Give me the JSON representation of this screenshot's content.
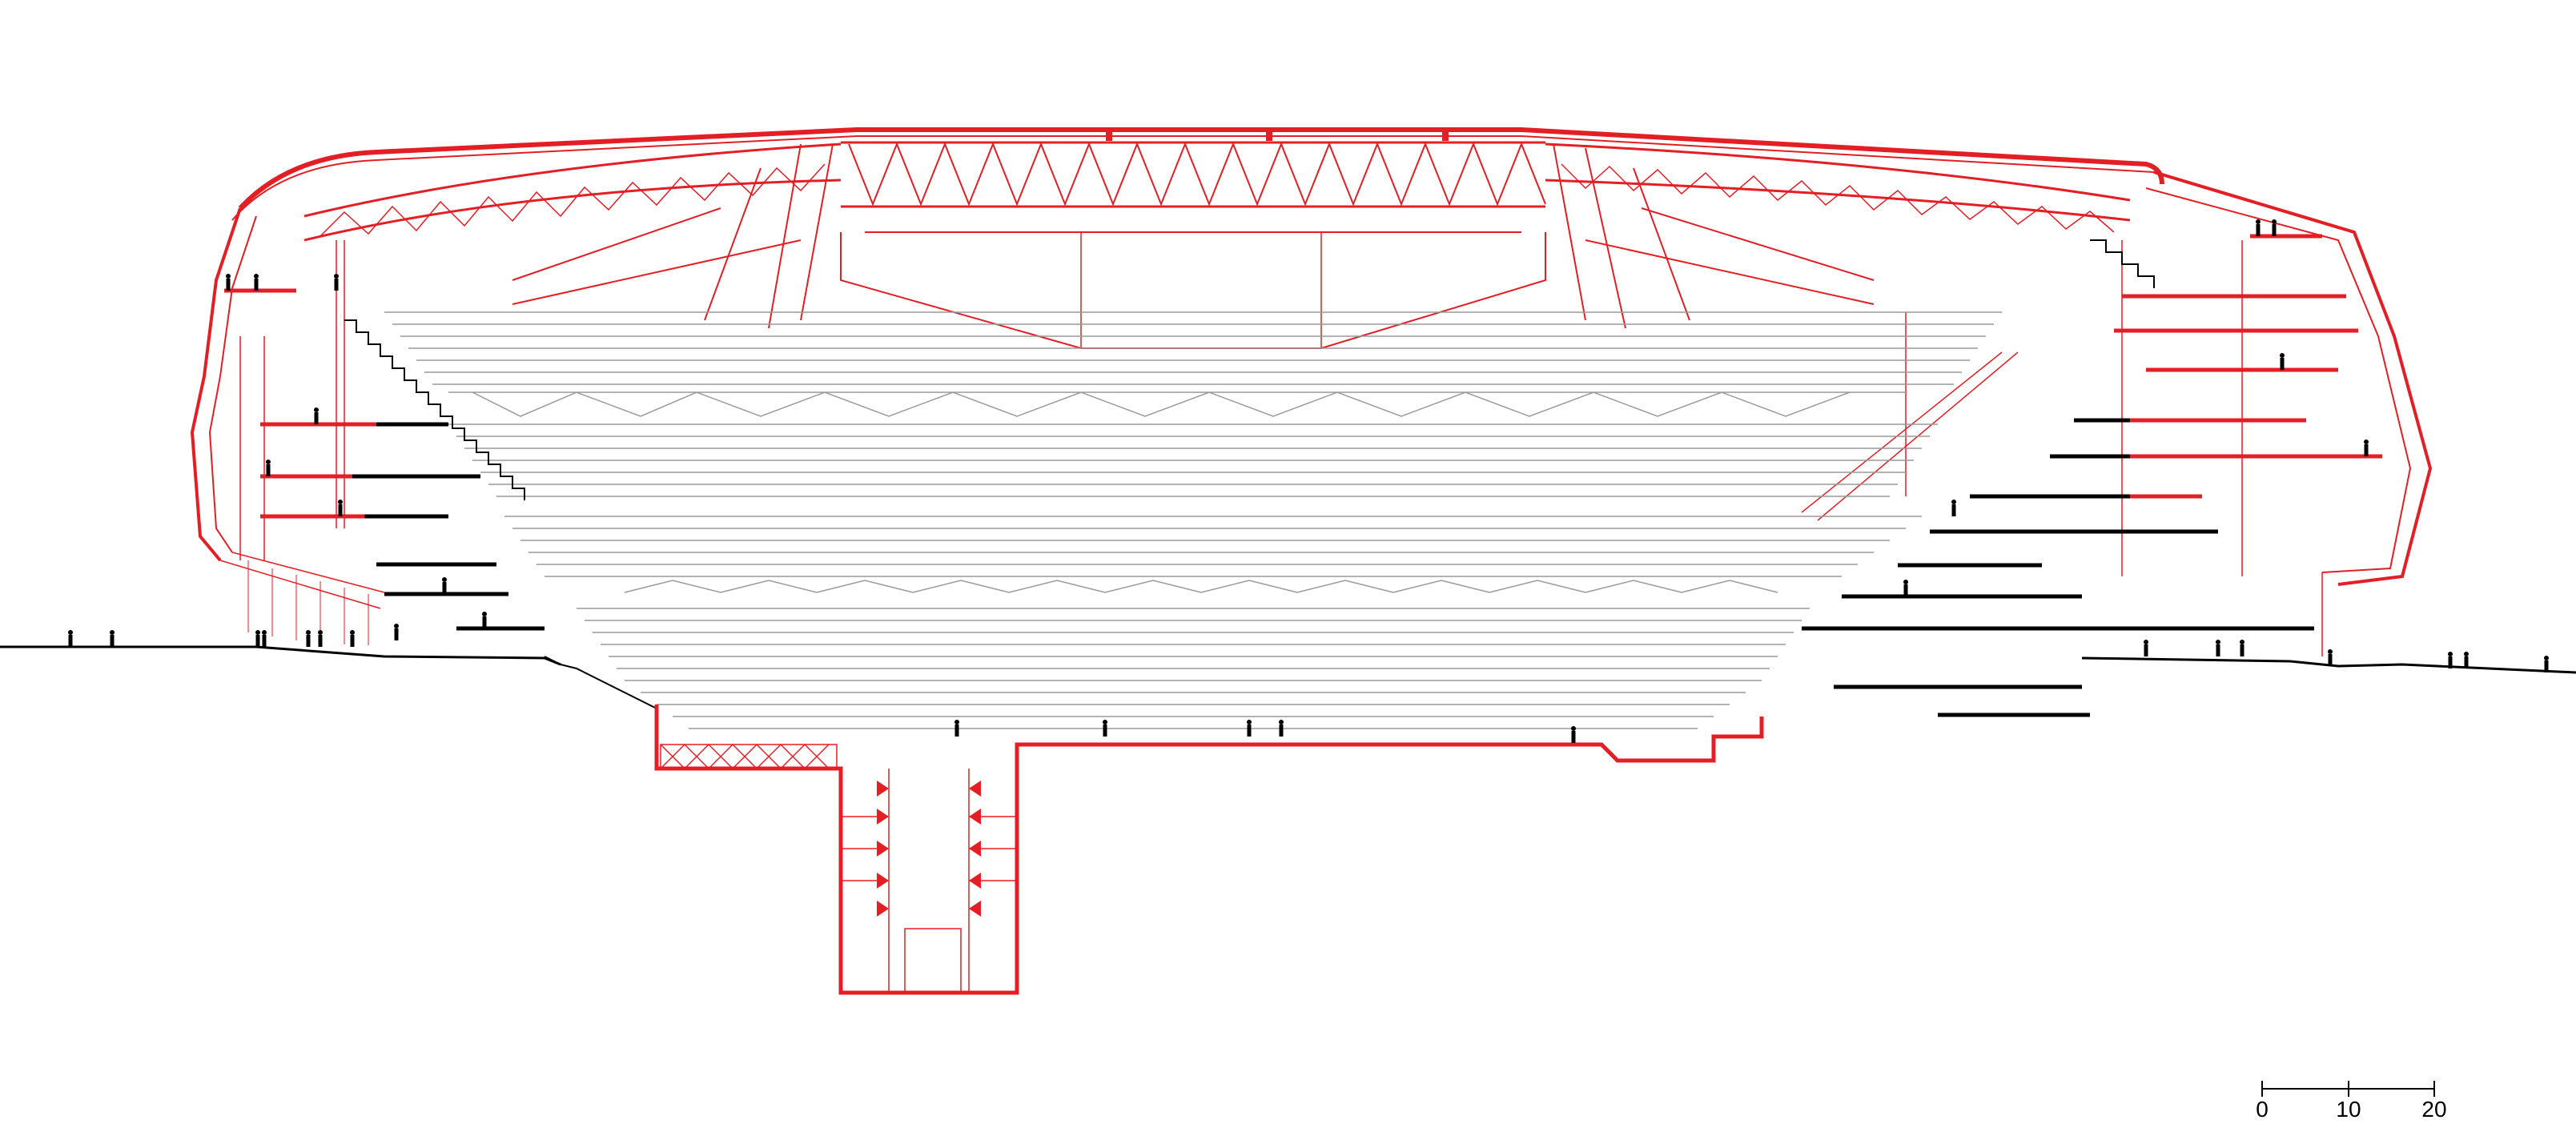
{
  "drawing": {
    "type": "architectural-section",
    "colors": {
      "structure": "#e31e24",
      "floor_slabs": "#000000",
      "seating": "#9a9a9a",
      "background": "#ffffff"
    }
  },
  "scale_bar": {
    "labels": [
      "0",
      "10",
      "20"
    ]
  }
}
